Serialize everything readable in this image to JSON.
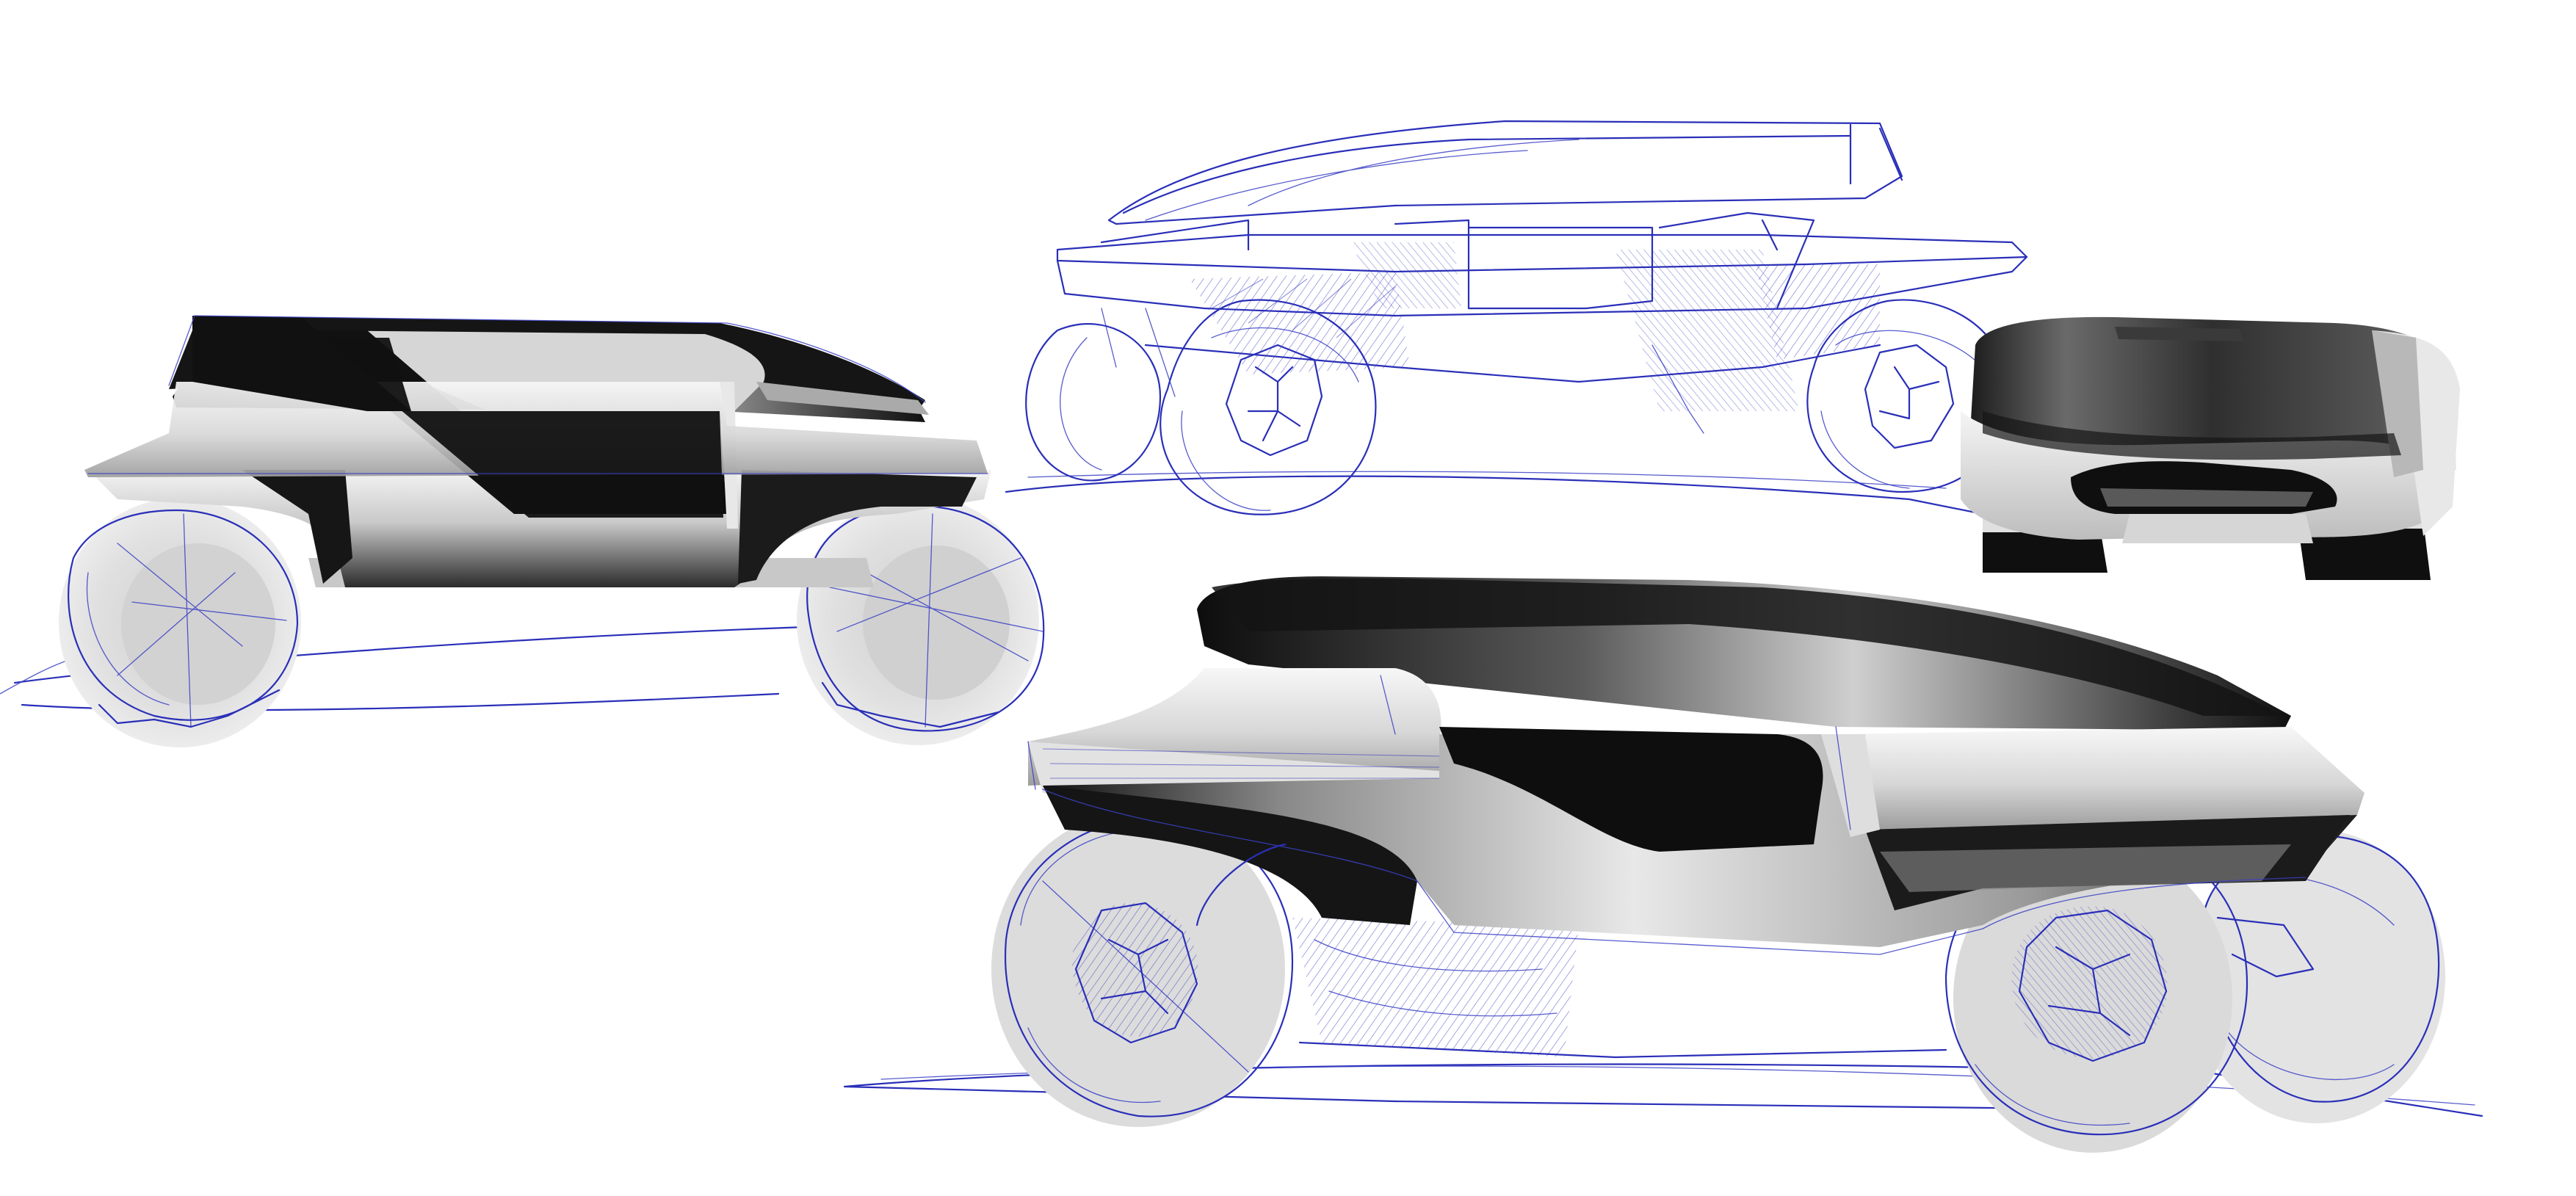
{
  "image": {
    "kind": "concept-vehicle-design-sketch-sheet",
    "background_color": "#ffffff",
    "ink_color": "#2a2fb8",
    "render_dark": "#0f0f10",
    "render_light": "#e6e6e6",
    "views": [
      {
        "id": "side-render",
        "rendering": "grey-marker-render-with-blue-pen-wheels"
      },
      {
        "id": "perspective-line-sketch",
        "rendering": "blue-pen-line-sketch"
      },
      {
        "id": "front-render",
        "rendering": "grey-marker-render"
      },
      {
        "id": "perspective-render",
        "rendering": "grey-marker-render-with-blue-pen-wheels"
      }
    ]
  }
}
